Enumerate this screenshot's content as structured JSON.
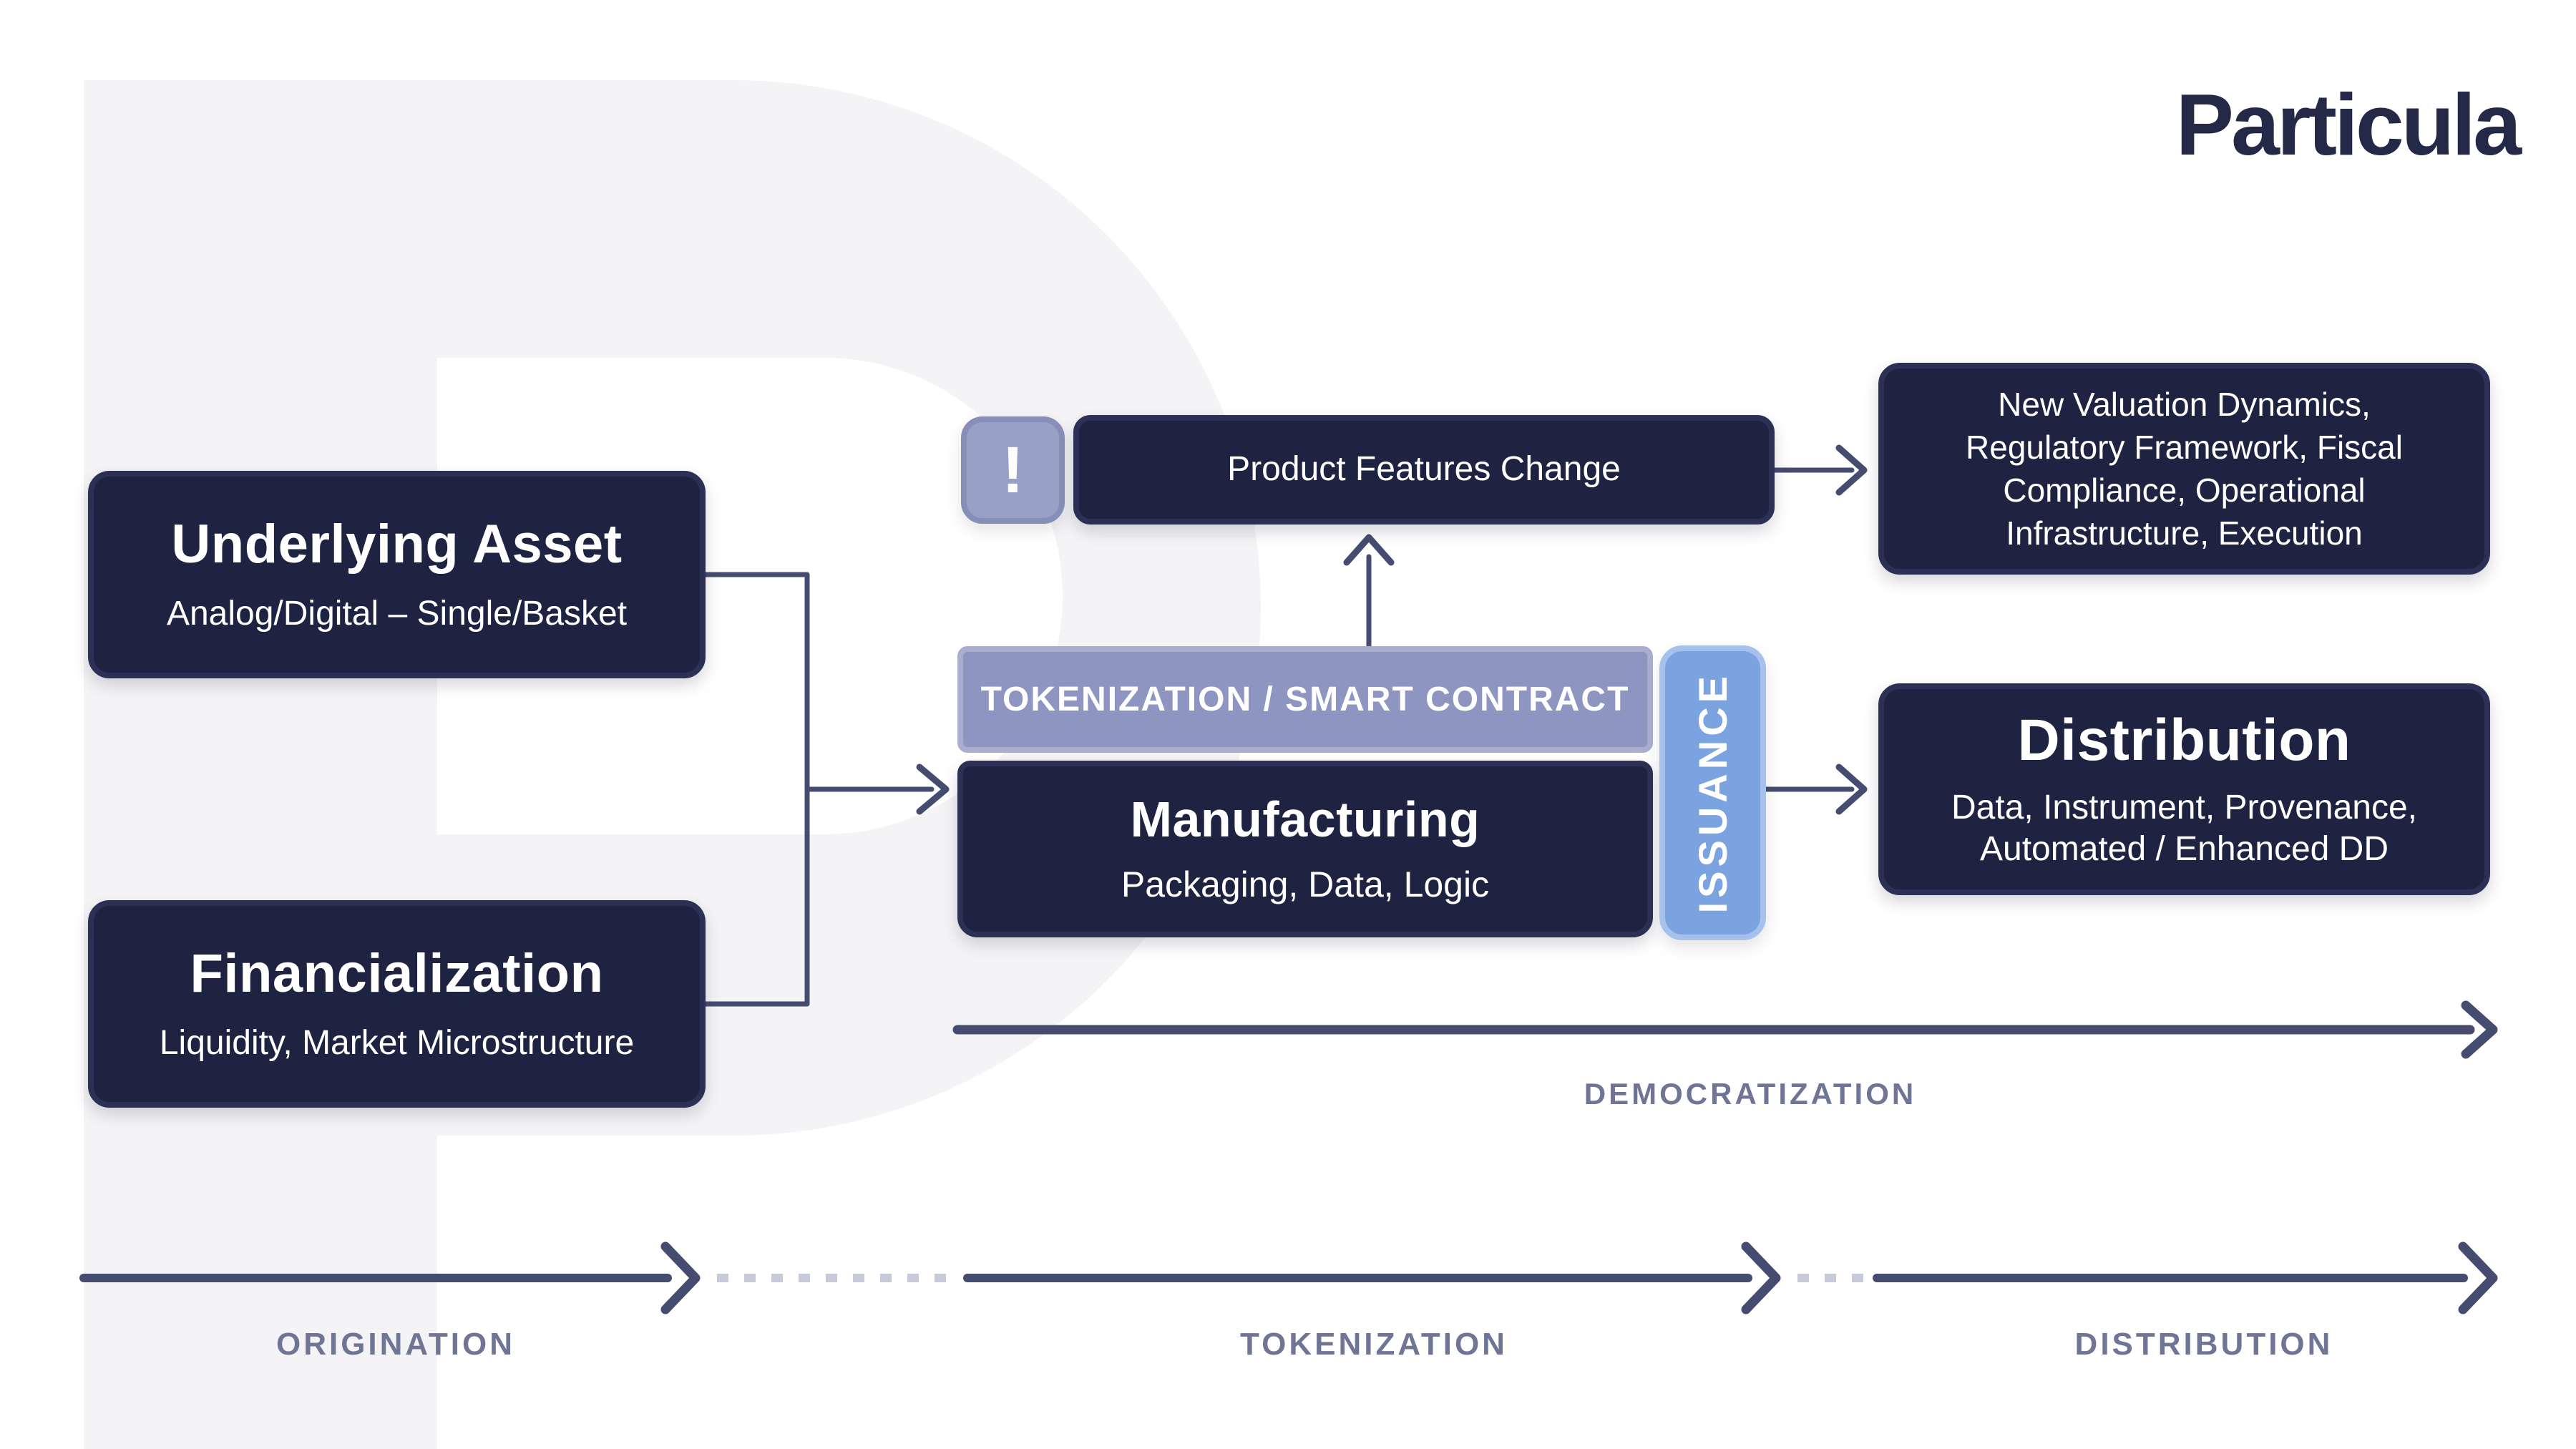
{
  "brand": {
    "logo_text": "Particula"
  },
  "boxes": {
    "underlying_asset": {
      "title": "Underlying Asset",
      "subtitle": "Analog/Digital – Single/Basket"
    },
    "financialization": {
      "title": "Financialization",
      "subtitle": "Liquidity, Market Microstructure"
    },
    "product_features_change": {
      "alert_glyph": "!",
      "label": "Product Features Change"
    },
    "tokenization_header": {
      "label": "TOKENIZATION / SMART CONTRACT"
    },
    "manufacturing": {
      "title": "Manufacturing",
      "subtitle": "Packaging, Data, Logic"
    },
    "issuance": {
      "label": "ISSUANCE"
    },
    "new_valuation": {
      "lines": [
        "New Valuation Dynamics,",
        "Regulatory Framework, Fiscal",
        "Compliance, Operational",
        "Infrastructure, Execution"
      ]
    },
    "distribution": {
      "title": "Distribution",
      "subtitle_lines": [
        "Data, Instrument, Provenance,",
        "Automated / Enhanced DD"
      ]
    }
  },
  "flow_labels": {
    "democratization": "DEMOCRATIZATION",
    "origination": "ORIGINATION",
    "tokenization": "TOKENIZATION",
    "distribution": "DISTRIBUTION"
  },
  "colors": {
    "navy_box": "#1f2342",
    "navy_box_rim": "#2b3054",
    "lavender_badge": "#99a0c8",
    "lavender_header": "#8e95c0",
    "issuance_blue": "#7aa3e0",
    "connector_line": "#454c70",
    "dotted_line": "#c7cad8",
    "flow_label_text": "#6f7595",
    "background_letter": "#f4f4f6",
    "logo_text": "#232946"
  }
}
